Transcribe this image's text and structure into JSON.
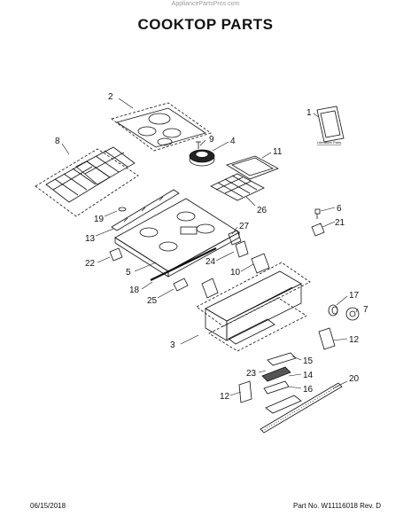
{
  "header": {
    "watermark": "AppliancePartsPros.com",
    "title": "COOKTOP PARTS"
  },
  "callouts": [
    "1",
    "2",
    "3",
    "4",
    "5",
    "6",
    "7",
    "8",
    "9",
    "10",
    "11",
    "12",
    "12",
    "13",
    "14",
    "15",
    "16",
    "17",
    "18",
    "19",
    "20",
    "21",
    "22",
    "23",
    "24",
    "25",
    "26",
    "27"
  ],
  "literature_label": "Literature Parts",
  "footer": {
    "date": "06/15/2018",
    "part_info": "Part No. W11116018  Rev. D"
  }
}
